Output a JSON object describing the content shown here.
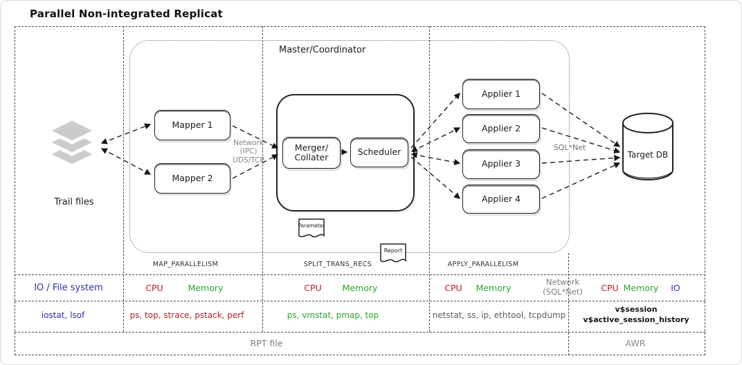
{
  "title": "Parallel Non-integrated Replicat",
  "diagram": {
    "trail_files_label": "Trail files",
    "mapper1": "Mapper 1",
    "mapper2": "Mapper 2",
    "master_label": "Master/Coordinator",
    "merger_line1": "Merger/",
    "merger_line2": "Collater",
    "scheduler": "Scheduler",
    "appliers": [
      "Applier 1",
      "Applier 2",
      "Applier 3",
      "Applier 4"
    ],
    "target_db": "Target DB",
    "parameter_doc": "Parameter",
    "report_doc": "Report",
    "network_ipc_lines": [
      "Network",
      "(IPC)",
      "UDS/TCP"
    ],
    "sqlnet_label": "SQL*Net"
  },
  "sections": {
    "map": "MAP_PARALLELISM",
    "split": "SPLIT_TRANS_RECS",
    "apply": "APPLY_PARALLELISM"
  },
  "metrics": {
    "io_file_system": "IO / File system",
    "cpu": "CPU",
    "memory": "Memory",
    "io": "IO",
    "network_sqlnet_line1": "Network",
    "network_sqlnet_line2": "(SQL*Net)"
  },
  "tools": {
    "io_tools": "iostat, lsof",
    "cpu_tools": "ps, top, strace, pstack, perf",
    "memory_tools": "ps, vmstat, pmap, top",
    "network_tools": "netstat, ss, ip, ethtool, tcpdump",
    "db_view_line1": "v$session",
    "db_view_line2": "v$active_session_history"
  },
  "files": {
    "rpt": "RPT file",
    "awr": "AWR"
  },
  "colors": {
    "cpu_red": "#b22222",
    "memory_green": "#2aa52a",
    "io_blue": "#2e2ea8",
    "muted_gray": "#7d7d7d"
  }
}
